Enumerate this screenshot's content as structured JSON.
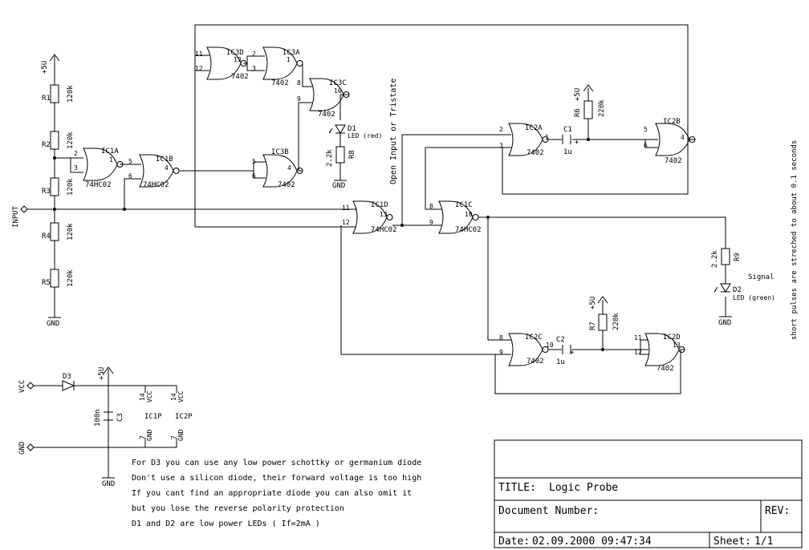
{
  "gates": {
    "ic3d": {
      "name": "IC3D",
      "type": "7402",
      "pin_a": "11",
      "pin_b": "12",
      "pin_out": "13"
    },
    "ic3a": {
      "name": "IC3A",
      "type": "7402",
      "pin_a": "2",
      "pin_b": "3",
      "pin_out": "1"
    },
    "ic3c": {
      "name": "IC3C",
      "type": "7402",
      "pin_a": "8",
      "pin_b": "9",
      "pin_out": "10"
    },
    "ic3b": {
      "name": "IC3B",
      "type": "7402",
      "pin_a": "5",
      "pin_b": "6",
      "pin_out": "4"
    },
    "ic1a": {
      "name": "IC1A",
      "type": "74HC02",
      "pin_a": "2",
      "pin_b": "3",
      "pin_out": "1"
    },
    "ic1b": {
      "name": "IC1B",
      "type": "74HC02",
      "pin_a": "5",
      "pin_b": "6",
      "pin_out": "4"
    },
    "ic1d": {
      "name": "IC1D",
      "type": "74HC02",
      "pin_a": "11",
      "pin_b": "12",
      "pin_out": "13"
    },
    "ic1c": {
      "name": "IC1C",
      "type": "74HC02",
      "pin_a": "8",
      "pin_b": "9",
      "pin_out": "10"
    },
    "ic2a": {
      "name": "IC2A",
      "type": "7402",
      "pin_a": "2",
      "pin_b": "3",
      "pin_out": "1"
    },
    "ic2b": {
      "name": "IC2B",
      "type": "7402",
      "pin_a": "5",
      "pin_b": "6",
      "pin_out": "4"
    },
    "ic2c": {
      "name": "IC2C",
      "type": "7402",
      "pin_a": "8",
      "pin_b": "9",
      "pin_out": "10"
    },
    "ic2d": {
      "name": "IC2D",
      "type": "7402",
      "pin_a": "11",
      "pin_b": "12",
      "pin_out": "13"
    }
  },
  "resistors": {
    "r1": {
      "name": "R1",
      "value": "120k"
    },
    "r2": {
      "name": "R2",
      "value": "120k"
    },
    "r3": {
      "name": "R3",
      "value": "120k"
    },
    "r4": {
      "name": "R4",
      "value": "120k"
    },
    "r5": {
      "name": "R5",
      "value": "120k"
    },
    "r6": {
      "name": "R6",
      "value": "220k"
    },
    "r7": {
      "name": "R7",
      "value": "220k"
    },
    "r8": {
      "name": "R8",
      "value": "2.2k"
    },
    "r9": {
      "name": "R9",
      "value": "2.2k"
    }
  },
  "capacitors": {
    "c1": {
      "name": "C1",
      "value": "1u",
      "plus": "+"
    },
    "c2": {
      "name": "C2",
      "value": "1u",
      "plus": "+"
    },
    "c3": {
      "name": "C3",
      "value": "100n"
    }
  },
  "leds": {
    "d1": {
      "name": "D1",
      "desc": "LED (red)"
    },
    "d2": {
      "name": "D2",
      "desc": "LED (green)"
    }
  },
  "diode_d3": "D3",
  "power": {
    "vcc5_left": "+5U",
    "vcc5_r6": "+5U",
    "vcc5_r7": "+5U",
    "vcc5_supply": "+5U",
    "gnd_left": "GND",
    "gnd_r8": "GND",
    "gnd_d2": "GND",
    "gnd_supply": "GND"
  },
  "ports": {
    "input": "INPUT",
    "vcc": "VCC",
    "gnd": "GND"
  },
  "ic_power": {
    "ic1p": "IC1P",
    "ic2p": "IC2P",
    "pin14": "14",
    "pin7": "7",
    "vcc_label": "VCC",
    "gnd_label": "GND"
  },
  "labels": {
    "open_input": "Open Input or Tristate",
    "signal": "Signal",
    "side_note": "short pulses are streched to about 0.1 seconds"
  },
  "notes": [
    "For D3 you can use any low power schottky or germanium diode",
    "Don't use a silicon diode, their forward voltage is too high",
    "If you cant find an appropriate diode you can also omit it",
    "but you lose the reverse polarity protection",
    "D1 and D2 are low power LEDs ( If=2mA )"
  ],
  "title_block": {
    "title_label": "TITLE:",
    "title": "Logic Probe",
    "doc_label": "Document Number:",
    "doc_value": "",
    "rev_label": "REV:",
    "date_label": "Date:",
    "date": "02.09.2000 09:47:34",
    "sheet_label": "Sheet:",
    "sheet": "1/1"
  }
}
